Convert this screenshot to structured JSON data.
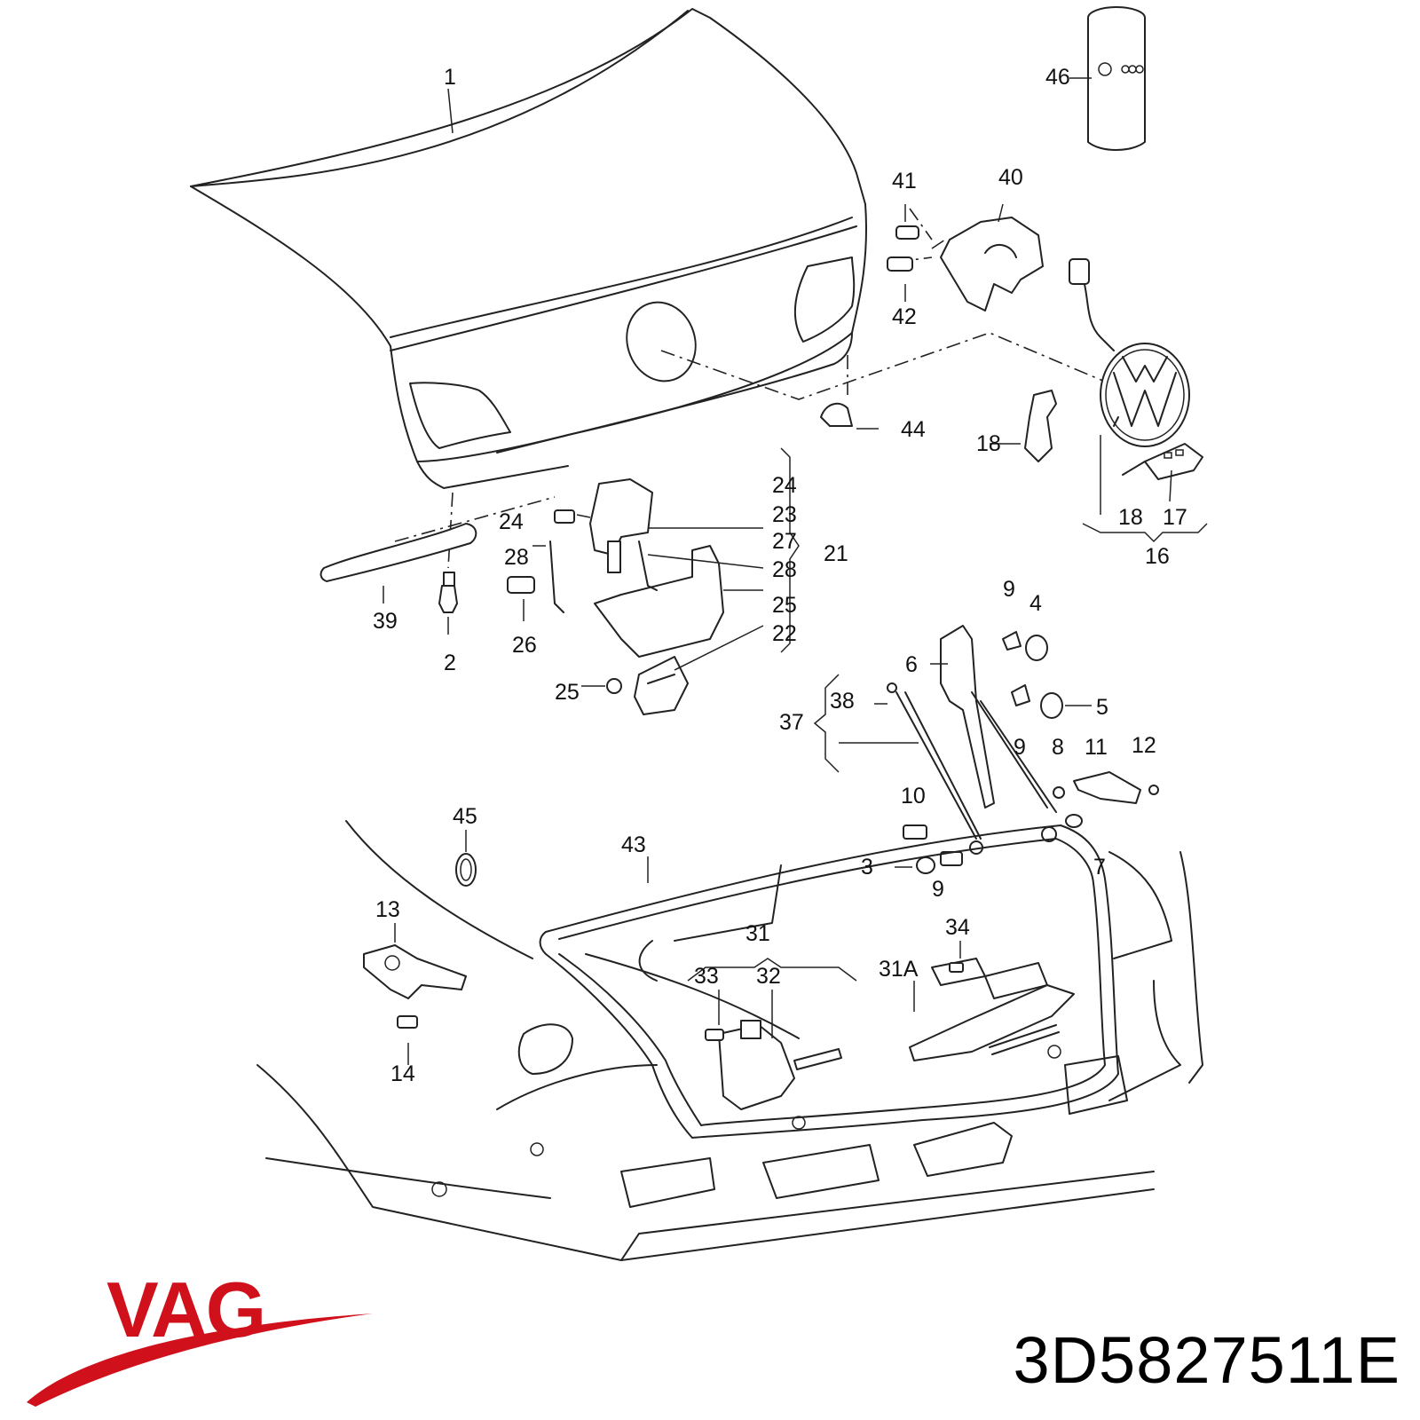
{
  "diagram": {
    "callouts": [
      {
        "id": "c1",
        "text": "1"
      },
      {
        "id": "c46",
        "text": "46"
      },
      {
        "id": "c41",
        "text": "41"
      },
      {
        "id": "c40",
        "text": "40"
      },
      {
        "id": "c42",
        "text": "42"
      },
      {
        "id": "c44",
        "text": "44"
      },
      {
        "id": "c18a",
        "text": "18"
      },
      {
        "id": "c18b",
        "text": "18"
      },
      {
        "id": "c17",
        "text": "17"
      },
      {
        "id": "c16",
        "text": "16"
      },
      {
        "id": "c24a",
        "text": "24"
      },
      {
        "id": "c23",
        "text": "23"
      },
      {
        "id": "c27",
        "text": "27"
      },
      {
        "id": "c28a",
        "text": "28"
      },
      {
        "id": "c25a",
        "text": "25"
      },
      {
        "id": "c22",
        "text": "22"
      },
      {
        "id": "c21",
        "text": "21"
      },
      {
        "id": "c24b",
        "text": "24"
      },
      {
        "id": "c28b",
        "text": "28"
      },
      {
        "id": "c26",
        "text": "26"
      },
      {
        "id": "c25b",
        "text": "25"
      },
      {
        "id": "c39",
        "text": "39"
      },
      {
        "id": "c2",
        "text": "2"
      },
      {
        "id": "c9a",
        "text": "9"
      },
      {
        "id": "c4",
        "text": "4"
      },
      {
        "id": "c6",
        "text": "6"
      },
      {
        "id": "c5",
        "text": "5"
      },
      {
        "id": "c38",
        "text": "38"
      },
      {
        "id": "c37",
        "text": "37"
      },
      {
        "id": "c9b",
        "text": "9"
      },
      {
        "id": "c8",
        "text": "8"
      },
      {
        "id": "c11",
        "text": "11"
      },
      {
        "id": "c12",
        "text": "12"
      },
      {
        "id": "c10",
        "text": "10"
      },
      {
        "id": "c7",
        "text": "7"
      },
      {
        "id": "c3",
        "text": "3"
      },
      {
        "id": "c9c",
        "text": "9"
      },
      {
        "id": "c45",
        "text": "45"
      },
      {
        "id": "c43",
        "text": "43"
      },
      {
        "id": "c13",
        "text": "13"
      },
      {
        "id": "c14",
        "text": "14"
      },
      {
        "id": "c31",
        "text": "31"
      },
      {
        "id": "c33",
        "text": "33"
      },
      {
        "id": "c32",
        "text": "32"
      },
      {
        "id": "c31a",
        "text": "31A"
      },
      {
        "id": "c34",
        "text": "34"
      }
    ]
  },
  "brand": {
    "logo_text": "VAG",
    "logo_color": "#d0101a"
  },
  "part_number": "3D5827511E"
}
